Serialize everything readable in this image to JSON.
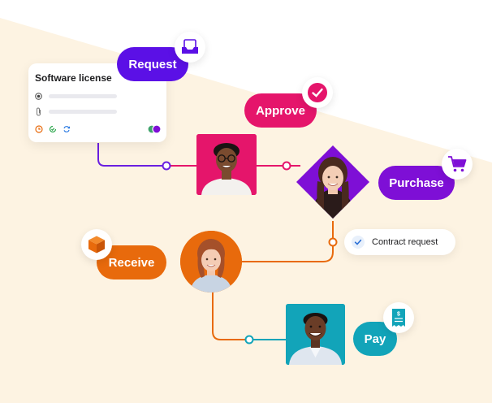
{
  "card": {
    "title": "Software license"
  },
  "steps": {
    "request": "Request",
    "approve": "Approve",
    "purchase": "Purchase",
    "receive": "Receive",
    "pay": "Pay"
  },
  "contract_chip": {
    "label": "Contract request"
  },
  "colors": {
    "request": "#5b10e6",
    "approve": "#e5156b",
    "purchase": "#7e0fd6",
    "receive": "#e86a0c",
    "pay": "#12a4b9"
  }
}
